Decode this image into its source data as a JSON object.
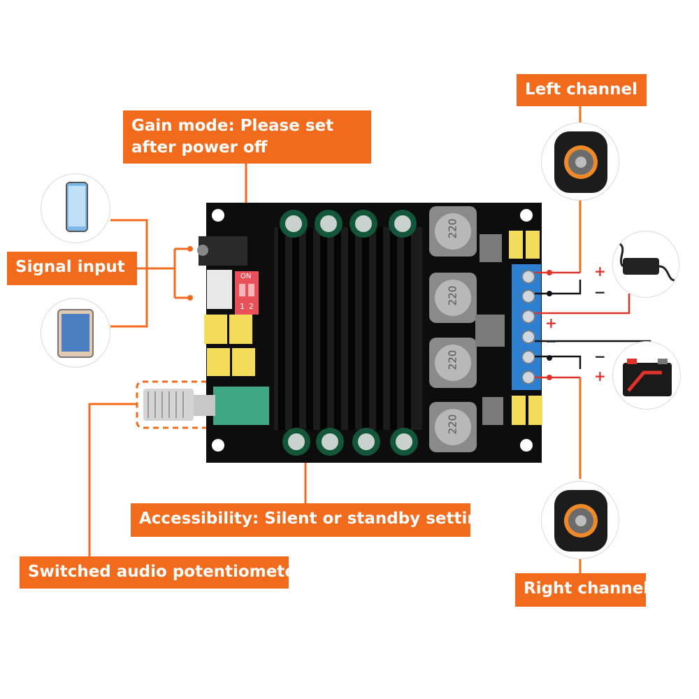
{
  "labels": {
    "left_channel": "Left channel",
    "gain_mode": "Gain mode: Please set after power off",
    "signal_input": "Signal input",
    "accessibility": "Accessibility: Silent or standby settings",
    "potentiometer": "Switched audio potentiometer",
    "right_channel": "Right channel"
  },
  "polarity": {
    "plus": "+",
    "minus": "−"
  },
  "board_marks": {
    "dip_on": "ON",
    "dip_1": "1",
    "dip_2": "2",
    "inductor": "220"
  },
  "colors": {
    "accent": "#f26b1d",
    "board": "#0d0d0d",
    "terminal": "#2f7fd0",
    "wire_red": "#e0322a",
    "wire_black": "#111111"
  }
}
